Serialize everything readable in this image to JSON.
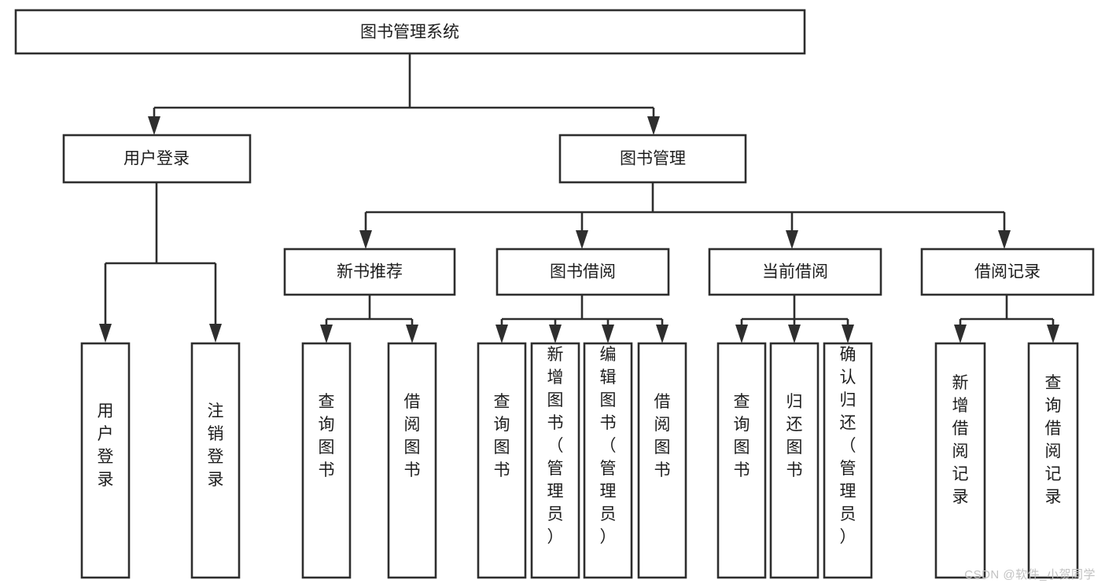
{
  "diagram": {
    "type": "tree",
    "title": "图书管理系统",
    "watermark": "CSDN @软件_小贺同学",
    "colors": {
      "stroke": "#2e2e2e",
      "fill": "#ffffff",
      "text": "#1d1d1d",
      "watermark": "#c2c2c2",
      "background": "#ffffff"
    },
    "root": {
      "label": "图书管理系统"
    },
    "level1": [
      {
        "label": "用户登录"
      },
      {
        "label": "图书管理"
      }
    ],
    "level2": [
      {
        "label": "新书推荐"
      },
      {
        "label": "图书借阅"
      },
      {
        "label": "当前借阅"
      },
      {
        "label": "借阅记录"
      }
    ],
    "leaves": {
      "user_login": [
        {
          "label": "用户登录"
        },
        {
          "label": "注销登录"
        }
      ],
      "new_book_recommend": [
        {
          "label": "查询图书"
        },
        {
          "label": "借阅图书"
        }
      ],
      "book_borrow": [
        {
          "label": "查询图书"
        },
        {
          "label": "新增图书（管理员）"
        },
        {
          "label": "编辑图书（管理员）"
        },
        {
          "label": "借阅图书"
        }
      ],
      "current_borrow": [
        {
          "label": "查询图书"
        },
        {
          "label": "归还图书"
        },
        {
          "label": "确认归还（管理员）"
        }
      ],
      "borrow_record": [
        {
          "label": "新增借阅记录"
        },
        {
          "label": "查询借阅记录"
        }
      ]
    }
  }
}
